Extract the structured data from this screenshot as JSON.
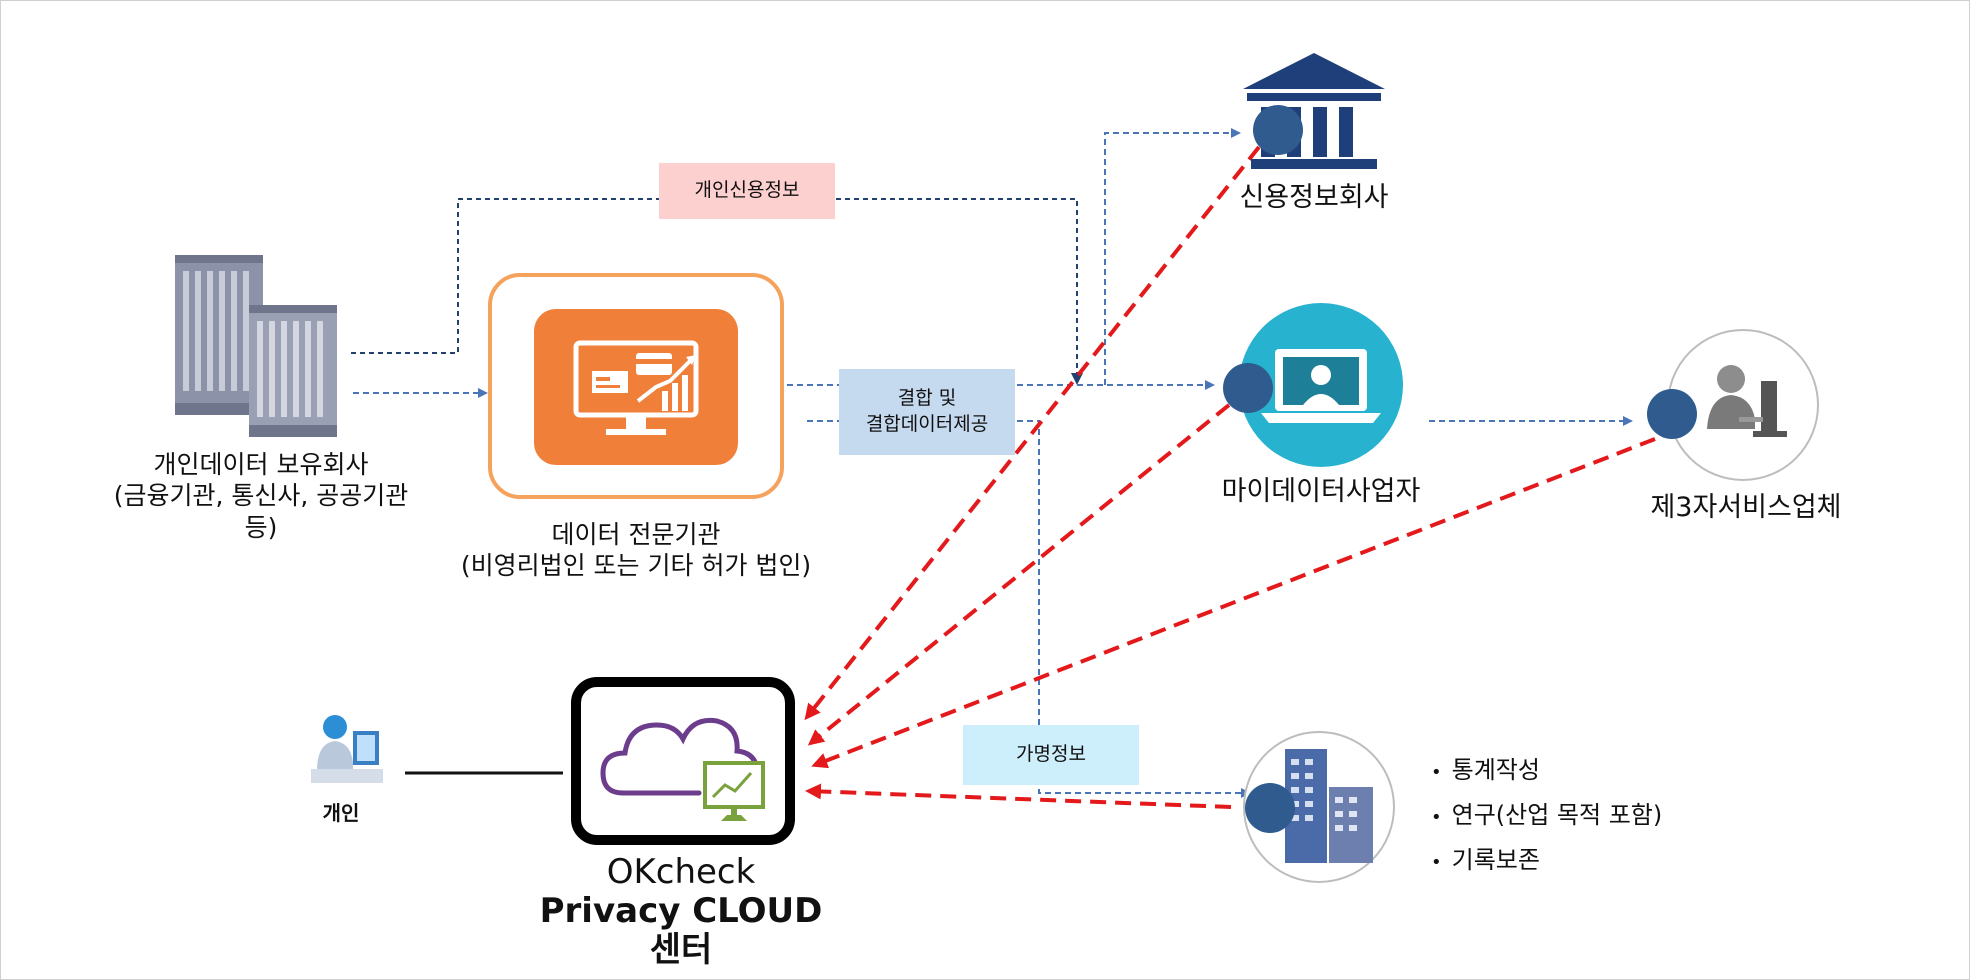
{
  "nodes": {
    "data_holder": {
      "line1": "개인데이터 보유회사",
      "line2": "(금융기관, 통신사, 공공기관",
      "line3": "등)"
    },
    "expert_agency": {
      "line1": "데이터 전문기관",
      "line2": "(비영리법인 또는 기타 허가 법인)"
    },
    "credit_bureau": {
      "label": "신용정보회사"
    },
    "mydata": {
      "label": "마이데이터사업자"
    },
    "third_party": {
      "label": "제3자서비스업체"
    },
    "individual": {
      "label": "개인"
    },
    "okcheck": {
      "line1": "OKcheck",
      "line2": "Privacy CLOUD",
      "line3": "센터"
    },
    "research_org": {
      "bullets": [
        "통계작성",
        "연구(산업 목적 포함)",
        "기록보존"
      ]
    }
  },
  "flow_labels": {
    "personal_credit": "개인신용정보",
    "combine_line1": "결합 및",
    "combine_line2": "결합데이터제공",
    "pseudonym": "가명정보"
  },
  "colors": {
    "blue_dash": "#4a76b8",
    "navy_dash": "#23406e",
    "red_dash": "#e3191b",
    "orange": "#f07f3a",
    "teal": "#27b3cf",
    "navy": "#1f3f7a",
    "dot": "#2f5b8f",
    "pink_tag": "#fdd0d0",
    "blue_tag": "#c5d9ef",
    "cyan_tag": "#cdeefb"
  }
}
